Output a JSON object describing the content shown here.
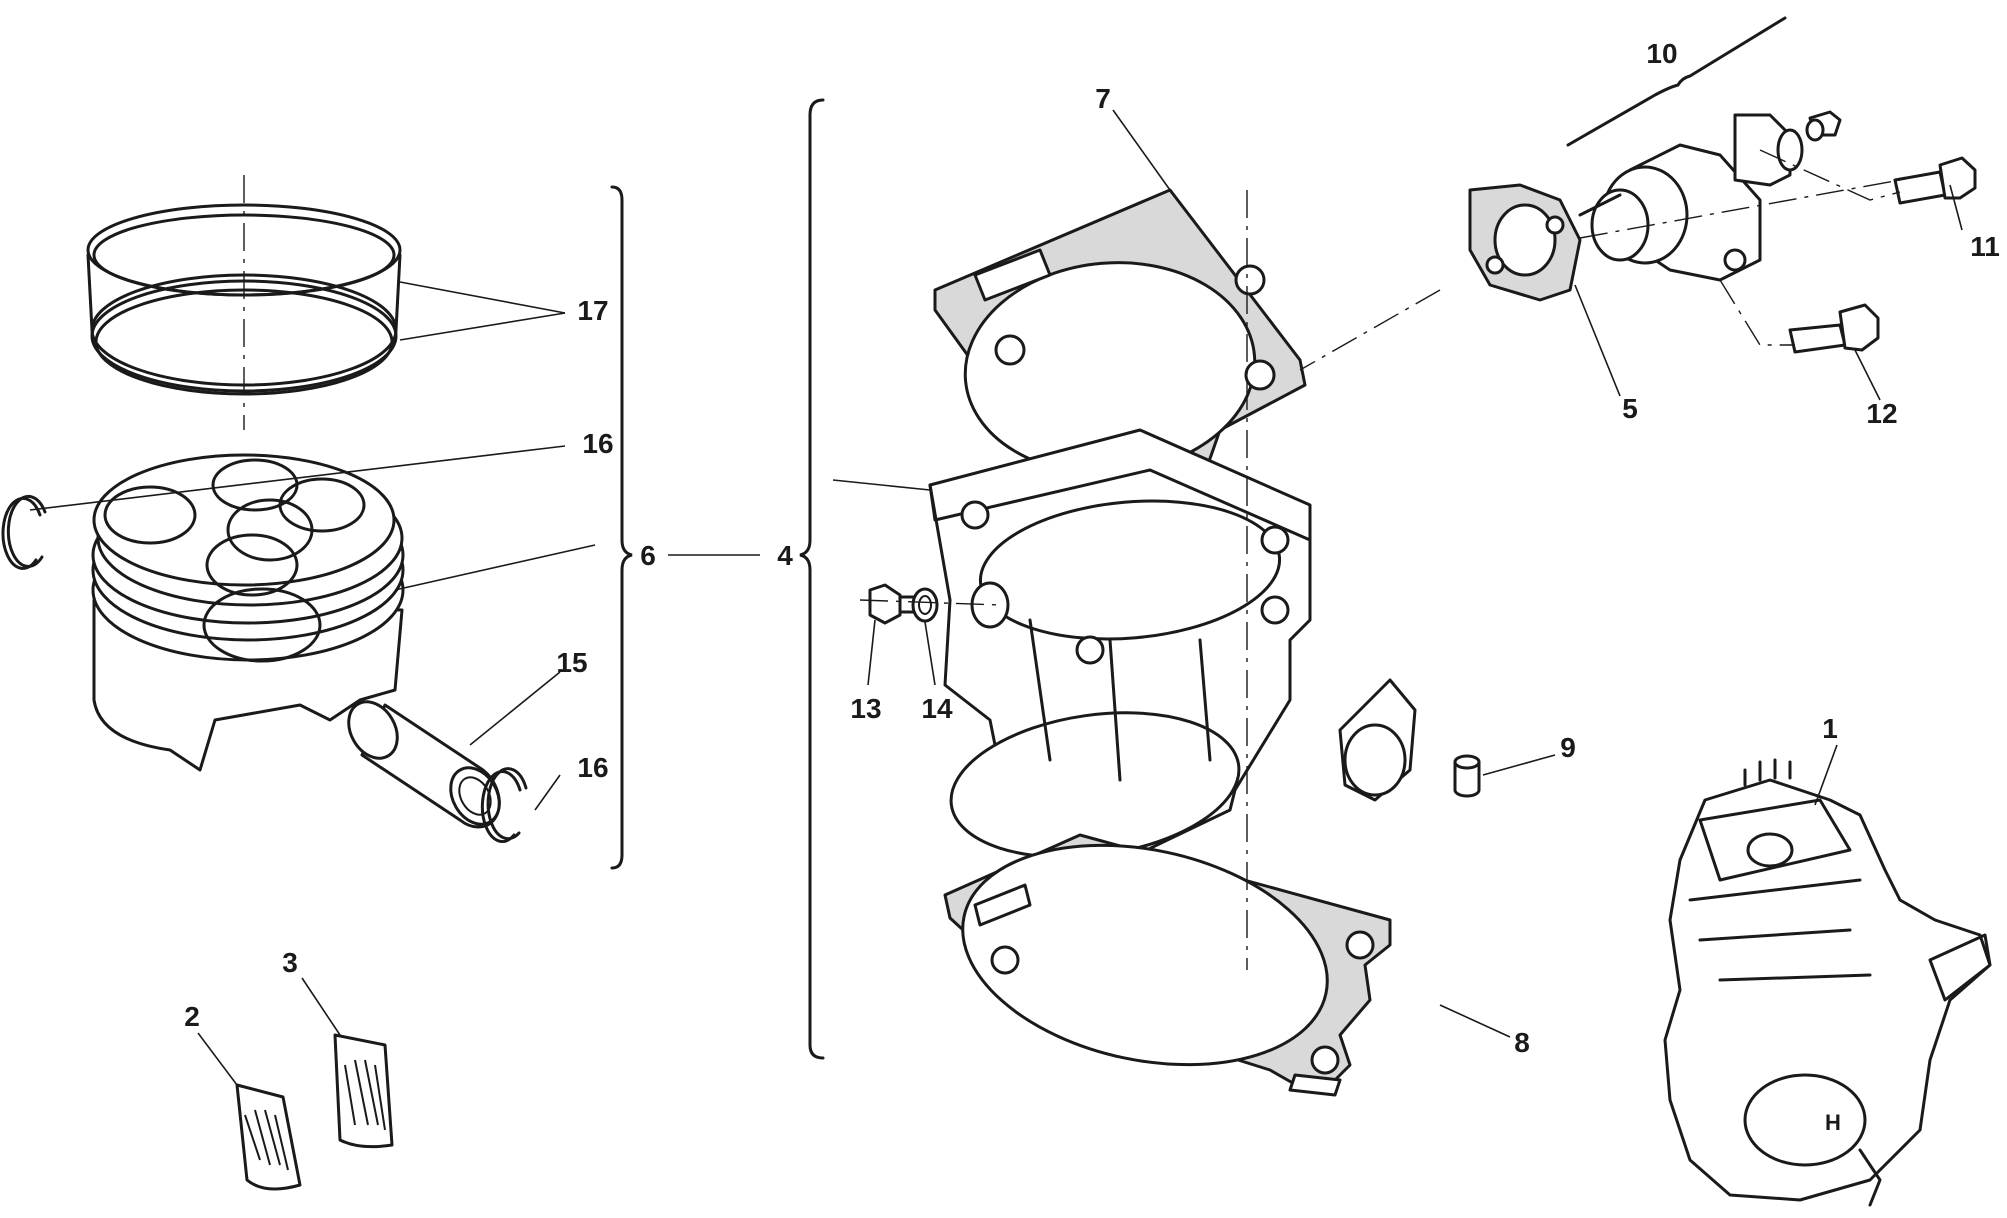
{
  "diagram": {
    "type": "exploded-parts-diagram",
    "callouts": [
      {
        "id": "c1",
        "label": "1"
      },
      {
        "id": "c2",
        "label": "2"
      },
      {
        "id": "c3",
        "label": "3"
      },
      {
        "id": "c4",
        "label": "4"
      },
      {
        "id": "c5",
        "label": "5"
      },
      {
        "id": "c6",
        "label": "6"
      },
      {
        "id": "c7",
        "label": "7"
      },
      {
        "id": "c8",
        "label": "8"
      },
      {
        "id": "c9",
        "label": "9"
      },
      {
        "id": "c10",
        "label": "10"
      },
      {
        "id": "c11",
        "label": "11"
      },
      {
        "id": "c12",
        "label": "12"
      },
      {
        "id": "c13",
        "label": "13"
      },
      {
        "id": "c14",
        "label": "14"
      },
      {
        "id": "c15",
        "label": "15"
      },
      {
        "id": "c16a",
        "label": "16"
      },
      {
        "id": "c16b",
        "label": "16"
      },
      {
        "id": "c17",
        "label": "17"
      }
    ],
    "colors": {
      "line": "#1a1a1a",
      "gasket_fill": "#d9d9d9",
      "background": "#ffffff"
    }
  }
}
